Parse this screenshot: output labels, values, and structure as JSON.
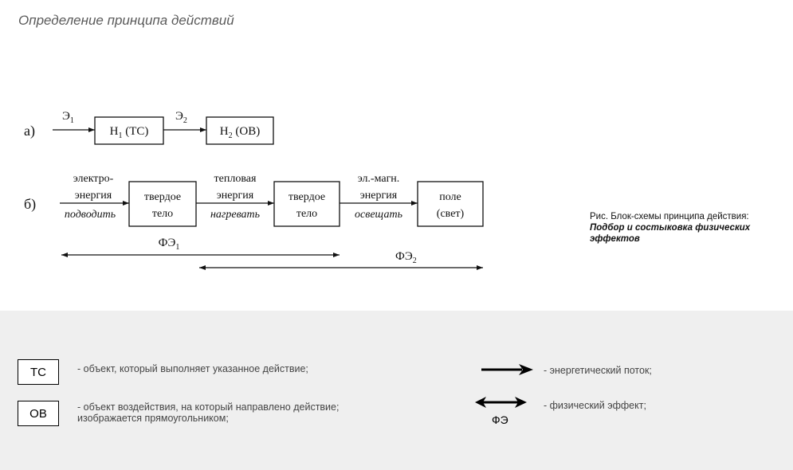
{
  "title": "Определение принципа действий",
  "diagram_a": {
    "label": "а)",
    "e1": "Э",
    "e1_sub": "1",
    "block1": "Н",
    "block1_sub": "1",
    "block1_suffix": " (ТС)",
    "e2": "Э",
    "e2_sub": "2",
    "block2": "Н",
    "block2_sub": "2",
    "block2_suffix": " (ОВ)"
  },
  "diagram_b": {
    "label": "б)",
    "flow1_line1": "электро-",
    "flow1_line2": "энергия",
    "flow1_verb": "подводить",
    "block1_line1": "твердое",
    "block1_line2": "тело",
    "flow2_line1": "тепловая",
    "flow2_line2": "энергия",
    "flow2_verb": "нагревать",
    "block2_line1": "твердое",
    "block2_line2": "тело",
    "flow3_line1": "эл.-магн.",
    "flow3_line2": "энергия",
    "flow3_verb": "освещать",
    "block3_line1": "поле",
    "block3_line2": "(свет)",
    "fe1": "ФЭ",
    "fe1_sub": "1",
    "fe2": "ФЭ",
    "fe2_sub": "2"
  },
  "caption": {
    "line1": "Рис. Блок-схемы принципа действия:",
    "line2": "Подбор и состыковка физических эффектов"
  },
  "legend": {
    "ts_box": "ТС",
    "ts_text": "- объект, который выполняет указанное действие;",
    "ov_box": "ОВ",
    "ov_text_line1": "- объект воздействия, на который направлено действие;",
    "ov_text_line2": "изображается прямоугольником;",
    "flow_text": "- энергетический поток;",
    "effect_text": "- физический эффект;",
    "effect_label": "ФЭ"
  }
}
